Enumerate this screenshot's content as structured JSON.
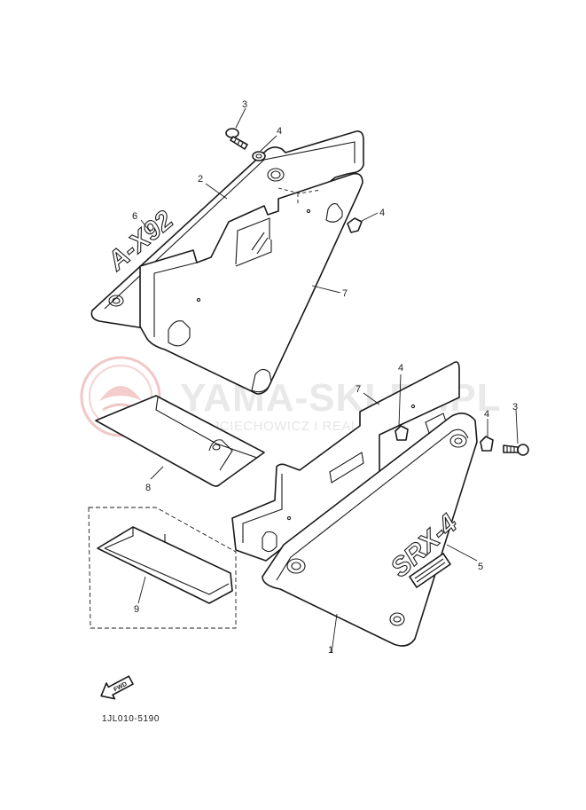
{
  "watermark": {
    "title": "YAMA-SKLEP.PL",
    "subtitle": "WOJCIECHOWICZ I REALIZACJA",
    "color": "#e3e3e3",
    "logo_color": "#f2c4c4"
  },
  "callouts": {
    "c1": "1",
    "c2": "2",
    "c3_top": "3",
    "c3_right": "3",
    "c4_top": "4",
    "c4_upper_right": "4",
    "c4_mid": "4",
    "c4_right": "4",
    "c5": "5",
    "c6": "6",
    "c7_upper": "7",
    "c7_lower": "7",
    "c8": "8",
    "c9": "9"
  },
  "decals": {
    "upper_cover": "A-X92",
    "lower_cover": "SRX-4"
  },
  "fwd_arrow": "FWD",
  "diagram_code": "1JL010-5190",
  "icons": [
    "forward-arrow-icon",
    "bolt-icon",
    "washer-icon",
    "logo-icon"
  ]
}
